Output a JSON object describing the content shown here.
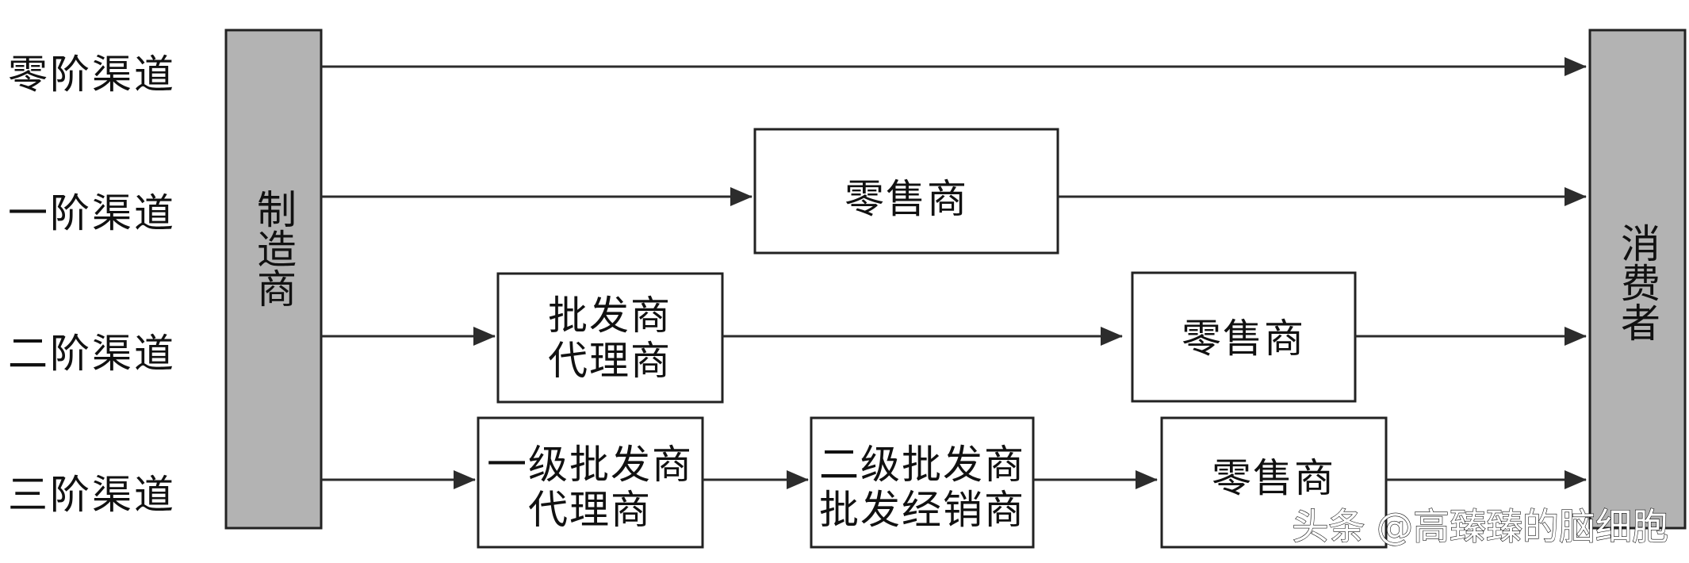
{
  "diagram": {
    "row_labels": [
      "零阶渠道",
      "一阶渠道",
      "二阶渠道",
      "三阶渠道"
    ],
    "manufacturer": "制造商",
    "consumer": "消费者",
    "nodes": {
      "r1_retailer": "零售商",
      "r2_wholesaler_line1": "批发商",
      "r2_wholesaler_line2": "代理商",
      "r2_retailer": "零售商",
      "r3_primary_line1": "一级批发商",
      "r3_primary_line2": "代理商",
      "r3_secondary_line1": "二级批发商",
      "r3_secondary_line2": "批发经销商",
      "r3_retailer": "零售商"
    },
    "watermark": "头条 @高臻臻的脑细胞"
  },
  "colors": {
    "bar_fill": "#b3b3b3",
    "line": "#2c2c2c",
    "text": "#111111"
  }
}
